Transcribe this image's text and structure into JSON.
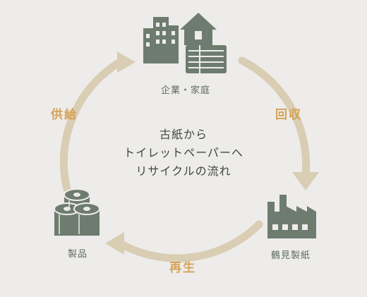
{
  "nodes": {
    "top": {
      "label": "企業・家庭",
      "icon": "buildings-house-newspaper-icon"
    },
    "right": {
      "label": "鶴見製紙",
      "icon": "factory-icon"
    },
    "left": {
      "label": "製品",
      "icon": "toilet-paper-rolls-icon"
    }
  },
  "flows": {
    "collect": "回収",
    "regenerate": "再生",
    "supply": "供給"
  },
  "center_title": {
    "line1": "古紙から",
    "line2": "トイレットペーパーへ",
    "line3": "リサイクルの流れ"
  },
  "colors": {
    "background": "#EDECEA",
    "icon": "#6E7C70",
    "arrow": "#D9CDB4",
    "flow_text": "#D6A256",
    "text": "#3F4740"
  }
}
